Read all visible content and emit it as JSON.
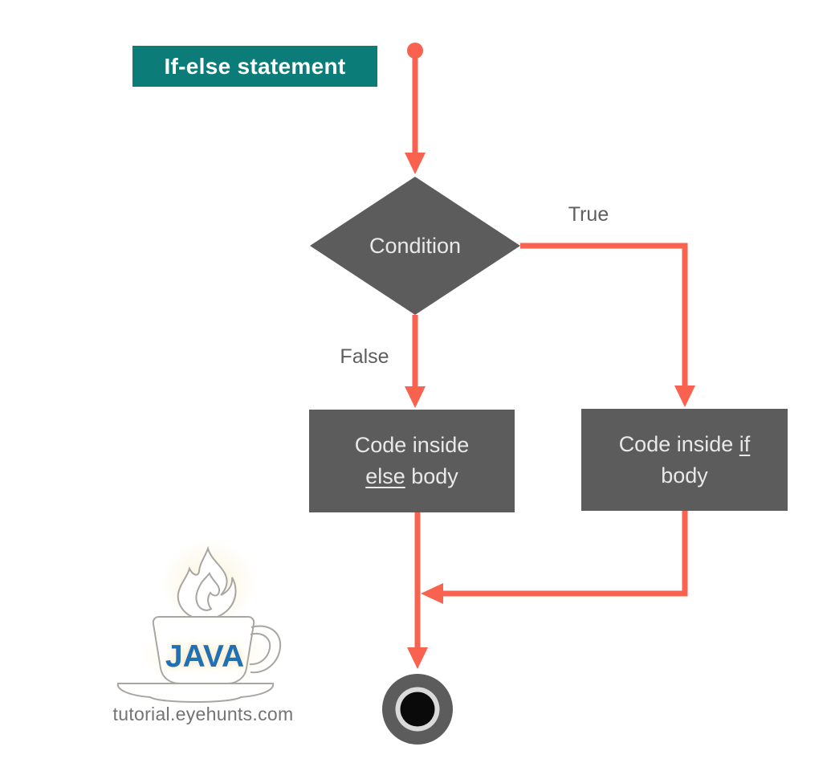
{
  "title": {
    "label": "If-else statement"
  },
  "diagram": {
    "condition_label": "Condition",
    "branch_labels": {
      "true_label": "True",
      "false_label": "False"
    },
    "else_box": {
      "line1": "Code inside",
      "line2_underlined": "else",
      "line2_rest": " body"
    },
    "if_box": {
      "line1_prefix": "Code inside ",
      "line1_underlined": "if",
      "line2": "body"
    }
  },
  "colors": {
    "banner_teal": "#0b7c77",
    "arrow_coral": "#f9624e",
    "shape_gray": "#5c5c5c",
    "shape_text": "#e9e9e9",
    "label_gray": "#5e5e5e",
    "java_blue": "#2170b4"
  },
  "logo": {
    "brand": "JAVA",
    "site": "tutorial.eyehunts.com"
  }
}
